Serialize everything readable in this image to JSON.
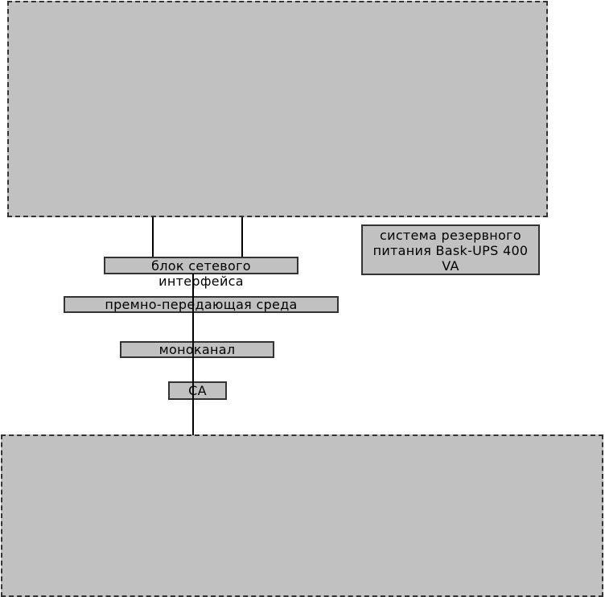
{
  "diagram": {
    "background_color": "#ffffff",
    "box_fill_color": "#c1c1c1",
    "border_color": "#333333",
    "connector_color": "#000000",
    "nodes": {
      "top_system": {
        "label": ""
      },
      "backup_power_system": {
        "label": "система резервного\nпитания Bask-UPS 400\nVA"
      },
      "network_interface_unit": {
        "label": "блок сетевого\nинтерфейса"
      },
      "transmission_medium": {
        "label": "премно-передающая среда"
      },
      "monochannel": {
        "label": "моноканал"
      },
      "subscriber_adapter": {
        "label": "СА"
      },
      "bottom_system": {
        "label": ""
      }
    }
  }
}
